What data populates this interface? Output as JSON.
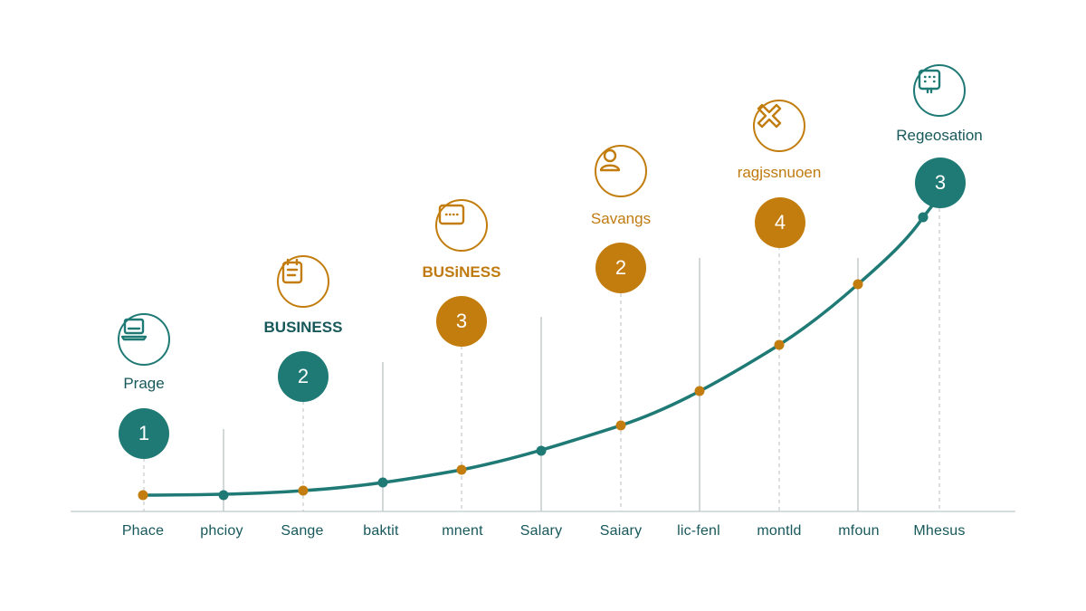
{
  "x_labels": [
    "Phace",
    "phcioy",
    "Sange",
    "baktit",
    "mnent",
    "Salary",
    "Saiary",
    "lic-fenl",
    "montld",
    "mfoun",
    "Mhesus"
  ],
  "steps": [
    {
      "title": "Prage",
      "number": "1",
      "color": "teal",
      "icon": "laptop-icon"
    },
    {
      "title": "BUSINESS",
      "number": "2",
      "color": "teal",
      "icon": "document-icon"
    },
    {
      "title": "BUSiNESS",
      "number": "3",
      "color": "gold",
      "icon": "dashboard-icon"
    },
    {
      "title": "Savangs",
      "number": "2",
      "color": "gold",
      "icon": "person-icon"
    },
    {
      "title": "ragjssnuoen",
      "number": "4",
      "color": "gold",
      "icon": "cross-icon"
    },
    {
      "title": "Regeosation",
      "number": "3",
      "color": "teal",
      "icon": "terminal-icon"
    }
  ],
  "colors": {
    "teal": "#1f7a76",
    "gold": "#c27d0e",
    "axis": "#c9d2d3",
    "guide": "#c4cacb"
  }
}
